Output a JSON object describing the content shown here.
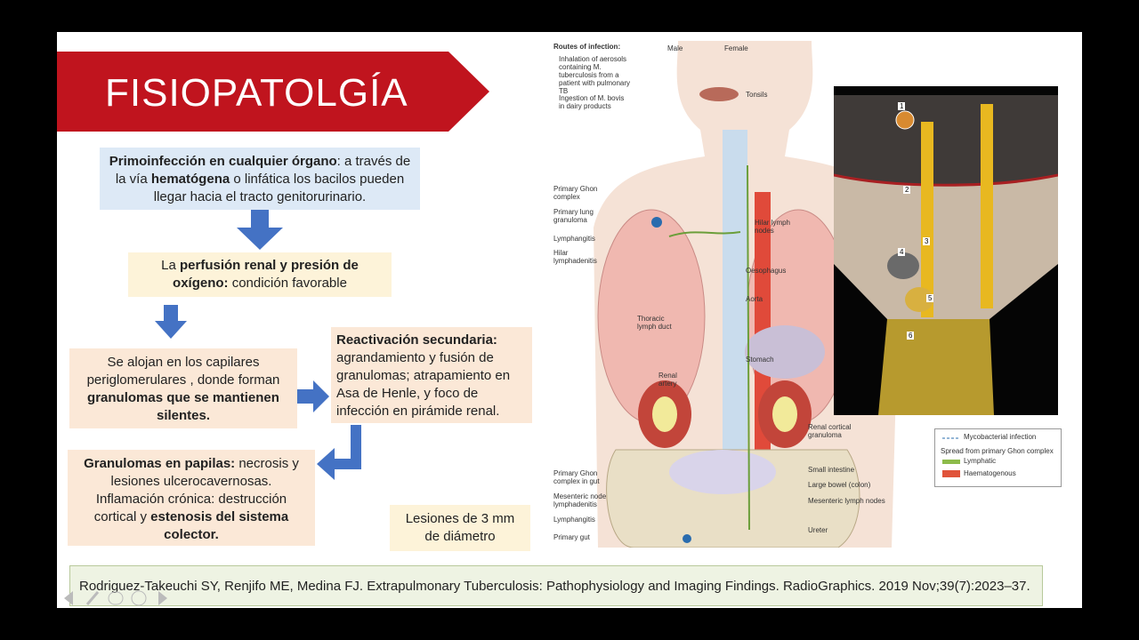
{
  "title": "FISIOPATOLGÍA",
  "box1": {
    "bold1": "Primoinfección en cualquier órgano",
    "t1": ": a través de la vía ",
    "bold2": "hematógena",
    "t2": " o linfática los bacilos pueden llegar hacia el tracto genitorurinario."
  },
  "box2": {
    "t1": "La ",
    "bold1": "perfusión renal y presión de oxígeno:",
    "t2": " condición favorable"
  },
  "box3": {
    "t1": "Se alojan en los capilares periglomerulares , donde forman ",
    "bold1": "granulomas que se mantienen silentes."
  },
  "box4": {
    "bold1": "Reactivación secundaria:",
    "t1": " agrandamiento y fusión de granulomas; atrapamiento en Asa de Henle, y foco de infección en pirámide renal."
  },
  "box5": {
    "bold1": "Granulomas en papilas:",
    "t1": " necrosis y lesiones ulcerocavernosas. Inflamación crónica: destrucción cortical y ",
    "bold2": "estenosis del sistema colector."
  },
  "box6": {
    "t1": "Lesiones de 3 mm de diámetro"
  },
  "reference": "Rodriguez-Takeuchi SY, Renjifo ME, Medina FJ. Extrapulmonary Tuberculosis: Pathophysiology and Imaging Findings. RadioGraphics. 2019 Nov;39(7):2023–37.",
  "figure": {
    "routes_title": "Routes of infection:",
    "route1": "Inhalation of aerosols containing M. tuberculosis from a patient with pulmonary TB",
    "route2": "Ingestion of M. bovis in dairy products",
    "male": "Male",
    "female": "Female",
    "tonsils": "Tonsils",
    "primary_ghon": "Primary Ghon complex",
    "primary_lung_granuloma": "Primary lung granuloma",
    "lymphangitis": "Lymphangitis",
    "hilar_lymphadenitis": "Hilar lymphadenitis",
    "hilar_lymph_nodes": "Hilar lymph nodes",
    "oesophagus": "Oesophagus",
    "aorta": "Aorta",
    "thoracic_duct": "Thoracic lymph duct",
    "stomach": "Stomach",
    "renal_artery": "Renal artery",
    "renal_cortical": "Renal cortical granuloma",
    "small_intestine": "Small intestine",
    "large_bowel": "Large bowel (colon)",
    "mesenteric_nodes": "Mesenteric lymph nodes",
    "ureter": "Ureter",
    "gut_ghon": "Primary Ghon complex in gut",
    "mesenteric_node_lymph": "Mesenteric node lymphadenitis",
    "lymphangitis2": "Lymphangitis",
    "primary_gut": "Primary gut"
  },
  "legend": {
    "item1": "Mycobacterial infection",
    "heading": "Spread from primary Ghon complex",
    "item2": "Lymphatic",
    "item3": "Haematogenous",
    "lymphatic_color": "#8dbb4a",
    "haem_color": "#e0533a"
  },
  "inset_numbers": [
    "1",
    "2",
    "3",
    "4",
    "5",
    "6"
  ],
  "colors": {
    "banner": "#c0141e",
    "arrow": "#4472c4"
  }
}
